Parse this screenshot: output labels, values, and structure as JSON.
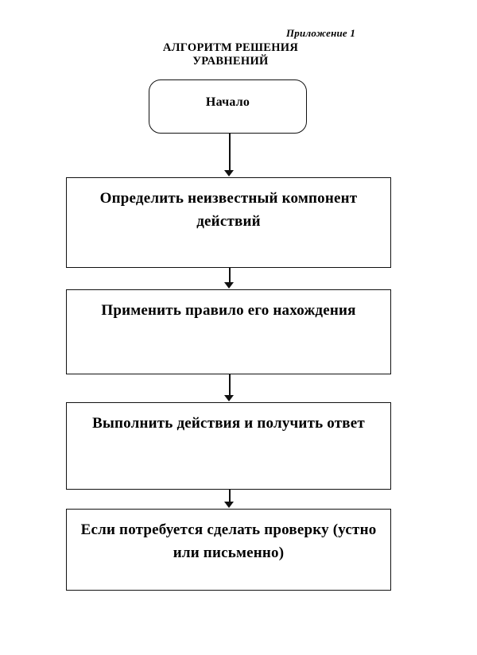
{
  "document": {
    "appendix_label": "Приложение 1",
    "title_line1": "АЛГОРИТМ РЕШЕНИЯ",
    "title_line2": "УРАВНЕНИЙ",
    "ink_color": "#111111",
    "paper_color": "#ffffff"
  },
  "flowchart": {
    "type": "flowchart",
    "orientation": "vertical-top-to-bottom",
    "nodes": [
      {
        "id": "start",
        "shape": "rounded-rectangle",
        "text": "Начало"
      },
      {
        "id": "step1",
        "shape": "rectangle",
        "text": "Определить неизвестный компонент действий"
      },
      {
        "id": "step2",
        "shape": "rectangle",
        "text": "Применить правило его нахождения"
      },
      {
        "id": "step3",
        "shape": "rectangle",
        "text": "Выполнить действия и получить ответ"
      },
      {
        "id": "step4",
        "shape": "rectangle",
        "text": "Если потребуется сделать проверку (устно или письменно)"
      }
    ],
    "connectors": [
      {
        "from": "start",
        "to": "step1",
        "arrow": "down"
      },
      {
        "from": "step1",
        "to": "step2",
        "arrow": "down"
      },
      {
        "from": "step2",
        "to": "step3",
        "arrow": "down"
      },
      {
        "from": "step3",
        "to": "step4",
        "arrow": "down"
      }
    ]
  }
}
